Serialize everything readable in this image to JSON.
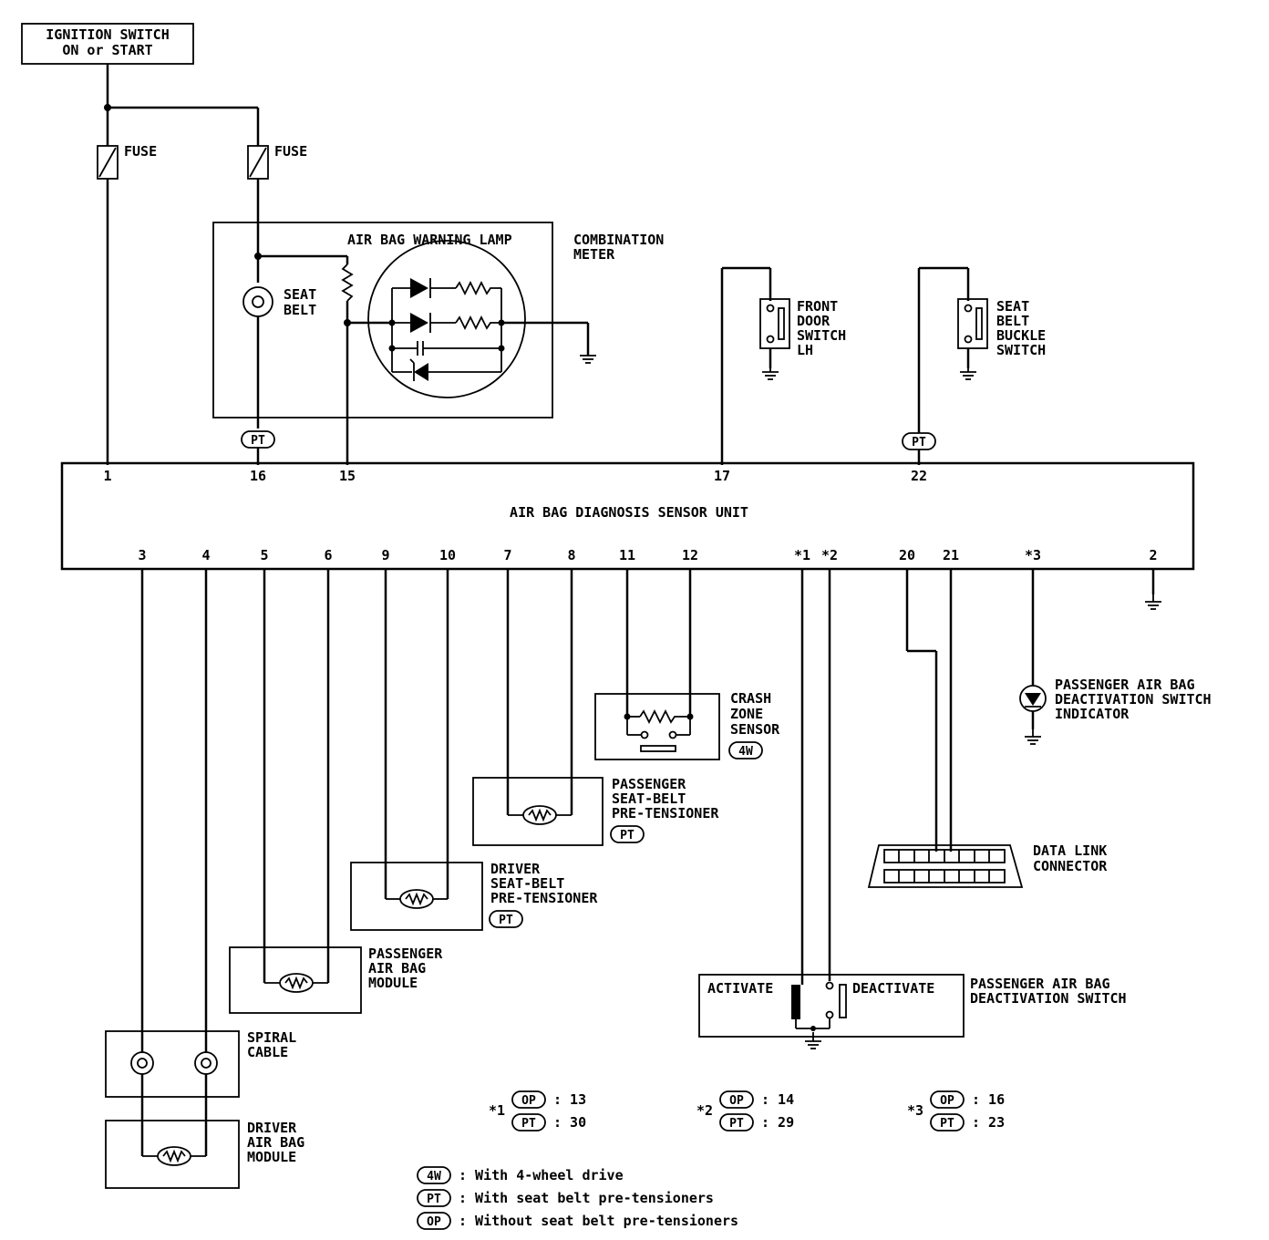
{
  "labels": {
    "ignition_line1": "IGNITION SWITCH",
    "ignition_line2": "ON or START",
    "fuse": "FUSE",
    "airbag_warning_lamp": "AIR BAG WARNING LAMP",
    "combination_meter_line1": "COMBINATION",
    "combination_meter_line2": "METER",
    "seat_belt_line1": "SEAT",
    "seat_belt_line2": "BELT",
    "front_door_line1": "FRONT",
    "front_door_line2": "DOOR",
    "front_door_line3": "SWITCH",
    "front_door_line4": "LH",
    "buckle_line1": "SEAT",
    "buckle_line2": "BELT",
    "buckle_line3": "BUCKLE",
    "buckle_line4": "SWITCH",
    "sensor_unit": "AIR BAG DIAGNOSIS SENSOR UNIT",
    "crash_line1": "CRASH",
    "crash_line2": "ZONE",
    "crash_line3": "SENSOR",
    "pass_pt_line1": "PASSENGER",
    "pass_pt_line2": "SEAT-BELT",
    "pass_pt_line3": "PRE-TENSIONER",
    "drv_pt_line1": "DRIVER",
    "drv_pt_line2": "SEAT-BELT",
    "drv_pt_line3": "PRE-TENSIONER",
    "pass_mod_line1": "PASSENGER",
    "pass_mod_line2": "AIR BAG",
    "pass_mod_line3": "MODULE",
    "spiral_line1": "SPIRAL",
    "spiral_line2": "CABLE",
    "drv_mod_line1": "DRIVER",
    "drv_mod_line2": "AIR BAG",
    "drv_mod_line3": "MODULE",
    "indicator_line1": "PASSENGER AIR BAG",
    "indicator_line2": "DEACTIVATION SWITCH",
    "indicator_line3": "INDICATOR",
    "dlc_line1": "DATA LINK",
    "dlc_line2": "CONNECTOR",
    "activate": "ACTIVATE",
    "deactivate": "DEACTIVATE",
    "deact_switch_line1": "PASSENGER AIR BAG",
    "deact_switch_line2": "DEACTIVATION SWITCH"
  },
  "pins": {
    "p1": "1",
    "p16": "16",
    "p15": "15",
    "p17": "17",
    "p22": "22",
    "p3": "3",
    "p4": "4",
    "p5": "5",
    "p6": "6",
    "p9": "9",
    "p10": "10",
    "p7": "7",
    "p8": "8",
    "p11": "11",
    "p12": "12",
    "s1": "*1",
    "s2": "*2",
    "p20": "20",
    "p21": "21",
    "s3": "*3",
    "p2": "2"
  },
  "badges": {
    "pt": "PT",
    "op": "OP",
    "w4": "4W"
  },
  "footnotes": [
    {
      "mark": "*1",
      "op_value": ": 13",
      "pt_value": ": 30"
    },
    {
      "mark": "*2",
      "op_value": ": 14",
      "pt_value": ": 29"
    },
    {
      "mark": "*3",
      "op_value": ": 16",
      "pt_value": ": 23"
    }
  ],
  "legend": [
    {
      "badge": "4W",
      "text": ": With 4-wheel drive"
    },
    {
      "badge": "PT",
      "text": ": With seat belt pre-tensioners"
    },
    {
      "badge": "OP",
      "text": ": Without seat belt pre-tensioners"
    }
  ]
}
